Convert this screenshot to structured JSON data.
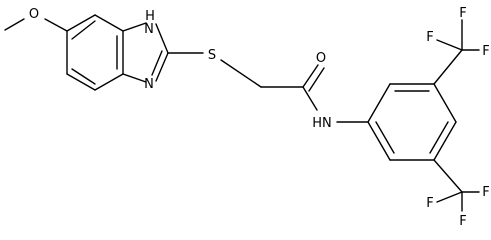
{
  "molecule": {
    "atom_labels": {
      "methoxy_o": "O",
      "nh_ring": "H",
      "n_ring_top": "N",
      "n_ring_bottom": "N",
      "sulfur": "S",
      "carbonyl_o": "O",
      "amide_nh": "HN",
      "cf3_top_f1": "F",
      "cf3_top_f2": "F",
      "cf3_top_f3": "F",
      "cf3_bot_f1": "F",
      "cf3_bot_f2": "F",
      "cf3_bot_f3": "F"
    },
    "colors": {
      "bond": "#000000",
      "label": "#000000",
      "background": "#ffffff"
    }
  }
}
